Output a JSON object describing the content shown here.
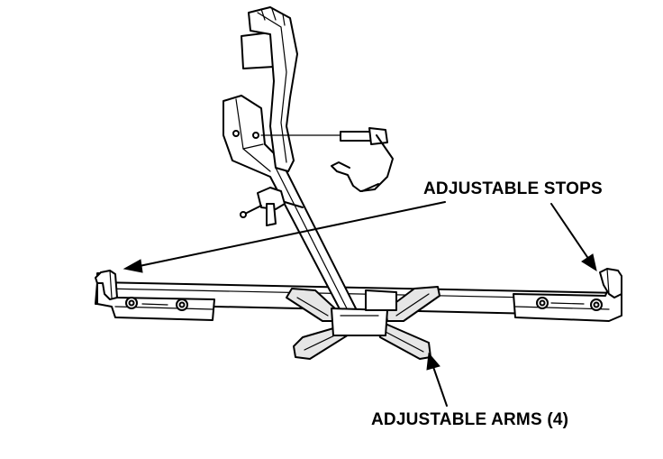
{
  "diagram": {
    "callouts": [
      {
        "id": "stops",
        "text": "ADJUSTABLE STOPS"
      },
      {
        "id": "arms",
        "text": "ADJUSTABLE ARMS (4)"
      }
    ]
  }
}
